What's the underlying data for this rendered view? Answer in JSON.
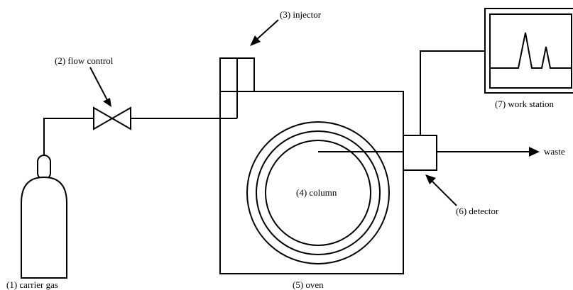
{
  "labels": {
    "carrier_gas": "(1) carrier gas",
    "flow_control": "(2) flow control",
    "injector": "(3) injector",
    "column": "(4) column",
    "oven": "(5) oven",
    "detector": "(6) detector",
    "work_station": "(7) work station",
    "waste": "waste"
  },
  "colors": {
    "stroke": "#000000",
    "background": "#ffffff"
  }
}
